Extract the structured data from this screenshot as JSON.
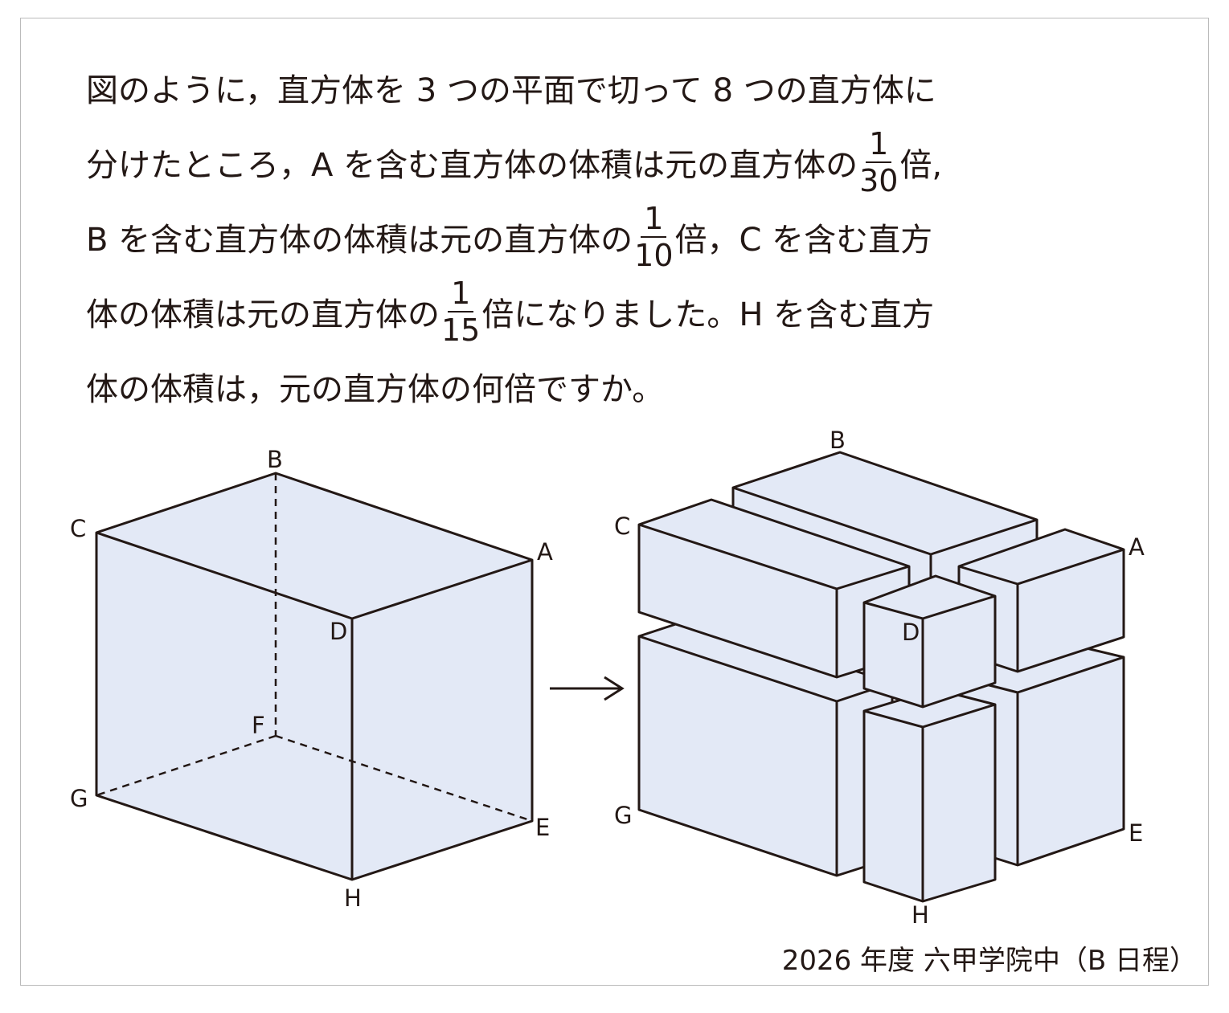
{
  "problem": {
    "line1": "図のように，直方体を 3 つの平面で切って 8 つの直方体に",
    "line2a": "分けたところ，A を含む直方体の体積は元の直方体の",
    "frac_a": {
      "num": "1",
      "den": "30"
    },
    "line2b": "倍,",
    "line3a": "B を含む直方体の体積は元の直方体の",
    "frac_b": {
      "num": "1",
      "den": "10"
    },
    "line3b": "倍，C を含む直方",
    "line4a": "体の体積は元の直方体の",
    "frac_c": {
      "num": "1",
      "den": "15"
    },
    "line4b": "倍になりました。H を含む直方",
    "line5": "体の体積は，元の直方体の何倍ですか。"
  },
  "figure_left": {
    "labels": {
      "A": "A",
      "B": "B",
      "C": "C",
      "D": "D",
      "E": "E",
      "F": "F",
      "G": "G",
      "H": "H"
    }
  },
  "figure_right": {
    "labels": {
      "A": "A",
      "B": "B",
      "C": "C",
      "D": "D",
      "E": "E",
      "G": "G",
      "H": "H"
    }
  },
  "source": "2026 年度 六甲学院中（B 日程）",
  "colors": {
    "fill": "#e3e9f6",
    "stroke": "#231815"
  }
}
